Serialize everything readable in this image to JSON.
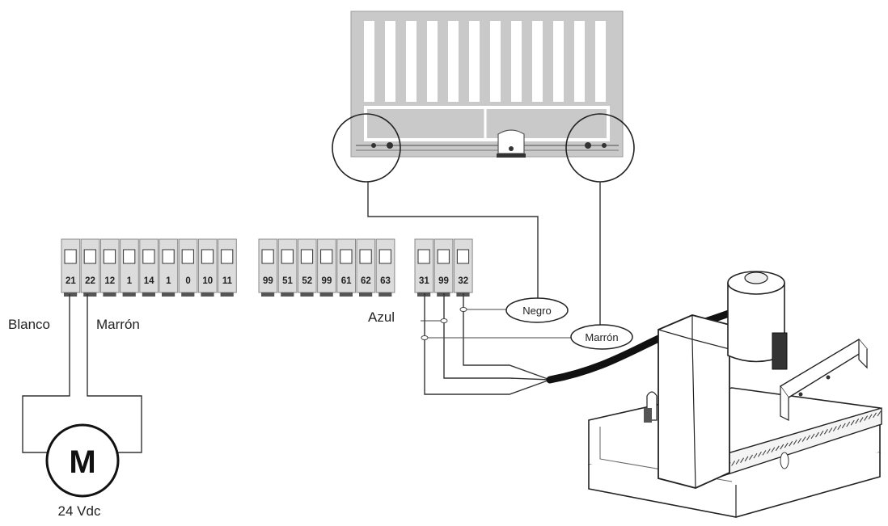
{
  "terminal_blocks": [
    {
      "terminals": [
        "21",
        "22",
        "12",
        "1",
        "14",
        "1",
        "0",
        "10",
        "11"
      ]
    },
    {
      "terminals": [
        "99",
        "51",
        "52",
        "99",
        "61",
        "62",
        "63"
      ]
    },
    {
      "terminals": [
        "31",
        "99",
        "32"
      ]
    }
  ],
  "motor": {
    "letter": "M",
    "voltage": "24 Vdc"
  },
  "wire_labels": {
    "blanco": "Blanco",
    "marron_motor": "Marrón",
    "azul": "Azul",
    "negro": "Negro",
    "marron_sensor": "Marrón"
  }
}
